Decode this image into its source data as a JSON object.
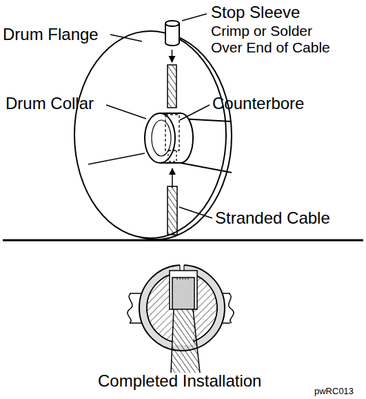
{
  "diagram": {
    "labels": [
      "Stop Sleeve",
      "Crimp or Solder Over End of Cable",
      "Drum Flange",
      "Drum Collar",
      "Counterbore",
      "Stranded Cable",
      "Completed Installation",
      "pwRC013"
    ]
  }
}
